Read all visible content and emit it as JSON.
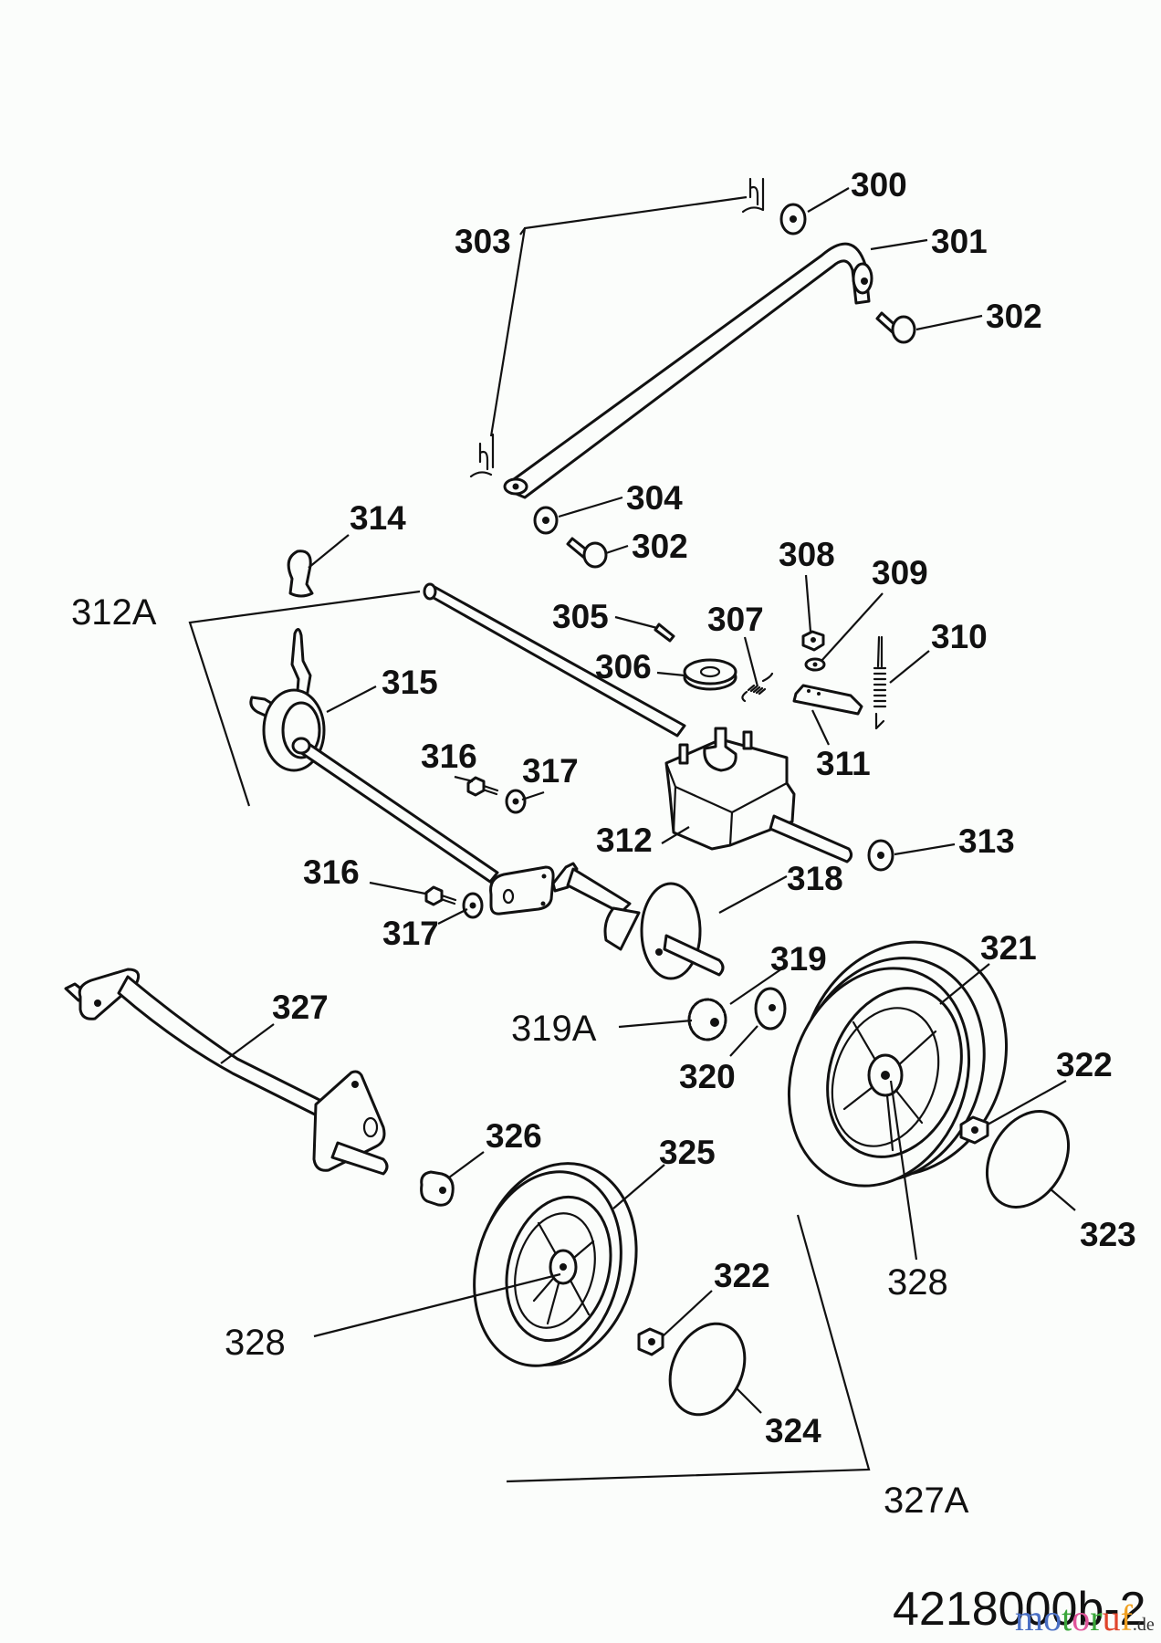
{
  "diagram": {
    "drawing_code": "4218000b-2",
    "watermark": {
      "letters": [
        {
          "char": "m",
          "color": "#4a6fc4"
        },
        {
          "char": "o",
          "color": "#4a6fc4"
        },
        {
          "char": "t",
          "color": "#3aa63a"
        },
        {
          "char": "o",
          "color": "#e0559a"
        },
        {
          "char": "r",
          "color": "#3aa63a"
        },
        {
          "char": "u",
          "color": "#e0452c"
        },
        {
          "char": "f",
          "color": "#f0a020"
        }
      ],
      "suffix": ".de"
    },
    "callouts": [
      {
        "id": "300",
        "text": "300",
        "style": "bold",
        "part": "washer"
      },
      {
        "id": "301",
        "text": "301",
        "style": "bold",
        "part": "lever-rod"
      },
      {
        "id": "302-top",
        "text": "302",
        "style": "bold",
        "part": "clevis-pin"
      },
      {
        "id": "303",
        "text": "303",
        "style": "bold",
        "part": "hairpin-clip"
      },
      {
        "id": "304",
        "text": "304",
        "style": "bold",
        "part": "washer"
      },
      {
        "id": "302-mid",
        "text": "302",
        "style": "bold",
        "part": "clevis-pin"
      },
      {
        "id": "305",
        "text": "305",
        "style": "bold",
        "part": "roll-pin"
      },
      {
        "id": "306",
        "text": "306",
        "style": "bold",
        "part": "pulley"
      },
      {
        "id": "307",
        "text": "307",
        "style": "bold",
        "part": "spring"
      },
      {
        "id": "308",
        "text": "308",
        "style": "bold",
        "part": "hex-nut"
      },
      {
        "id": "309",
        "text": "309",
        "style": "bold",
        "part": "washer"
      },
      {
        "id": "310",
        "text": "310",
        "style": "bold",
        "part": "extension-spring"
      },
      {
        "id": "311",
        "text": "311",
        "style": "bold",
        "part": "bracket-plate"
      },
      {
        "id": "312",
        "text": "312",
        "style": "bold",
        "part": "gearbox"
      },
      {
        "id": "313",
        "text": "313",
        "style": "bold",
        "part": "washer"
      },
      {
        "id": "314",
        "text": "314",
        "style": "bold",
        "part": "knob"
      },
      {
        "id": "315",
        "text": "315",
        "style": "bold",
        "part": "shift-lever-housing"
      },
      {
        "id": "316-a",
        "text": "316",
        "style": "bold",
        "part": "bolt"
      },
      {
        "id": "317-a",
        "text": "317",
        "style": "bold",
        "part": "washer"
      },
      {
        "id": "316-b",
        "text": "316",
        "style": "bold",
        "part": "bolt"
      },
      {
        "id": "317-b",
        "text": "317",
        "style": "bold",
        "part": "washer"
      },
      {
        "id": "318",
        "text": "318",
        "style": "bold",
        "part": "axle-housing"
      },
      {
        "id": "319",
        "text": "319",
        "style": "bold",
        "part": "pinion-gear"
      },
      {
        "id": "319A",
        "text": "319A",
        "style": "regular",
        "part": "pinion-gear-assembly"
      },
      {
        "id": "320",
        "text": "320",
        "style": "bold",
        "part": "washer"
      },
      {
        "id": "321",
        "text": "321",
        "style": "bold",
        "part": "rear-wheel"
      },
      {
        "id": "322-a",
        "text": "322",
        "style": "bold",
        "part": "hex-nut"
      },
      {
        "id": "323",
        "text": "323",
        "style": "bold",
        "part": "hub-cap"
      },
      {
        "id": "328-a",
        "text": "328",
        "style": "regular",
        "part": "wheel-assembly"
      },
      {
        "id": "327",
        "text": "327",
        "style": "bold",
        "part": "front-axle"
      },
      {
        "id": "326",
        "text": "326",
        "style": "bold",
        "part": "spacer"
      },
      {
        "id": "325",
        "text": "325",
        "style": "bold",
        "part": "front-wheel"
      },
      {
        "id": "322-b",
        "text": "322",
        "style": "bold",
        "part": "hex-nut"
      },
      {
        "id": "328-b",
        "text": "328",
        "style": "regular",
        "part": "wheel-assembly"
      },
      {
        "id": "324",
        "text": "324",
        "style": "bold",
        "part": "hub-cap"
      },
      {
        "id": "327A",
        "text": "327A",
        "style": "regular",
        "part": "front-axle-assembly"
      },
      {
        "id": "312A",
        "text": "312A",
        "style": "regular",
        "part": "gearbox-assembly"
      }
    ]
  }
}
